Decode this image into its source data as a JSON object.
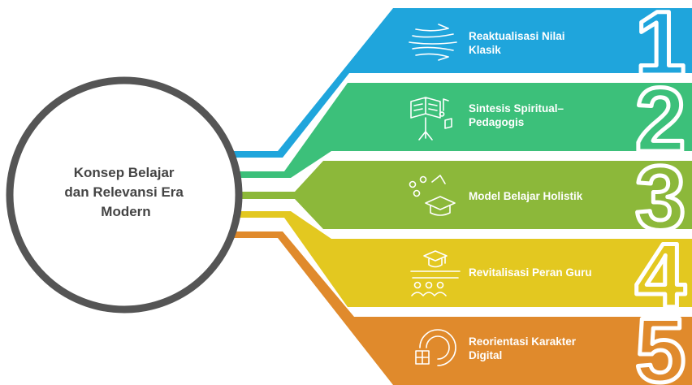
{
  "center": {
    "title_lines": [
      "Konsep Belajar",
      "dan Relevansi Era",
      "Modern"
    ]
  },
  "bands": [
    {
      "number": "1",
      "label_lines": [
        "Reaktualisasi Nilai",
        "Klasik"
      ],
      "color": "#1fa5dc",
      "icon": "wind-lines-icon"
    },
    {
      "number": "2",
      "label_lines": [
        "Sintesis Spiritual–",
        "Pedagogis"
      ],
      "color": "#3cc07a",
      "icon": "music-stand-icon"
    },
    {
      "number": "3",
      "label_lines": [
        "Model Belajar Holistik"
      ],
      "color": "#8cb83a",
      "icon": "graduation-cap-icon"
    },
    {
      "number": "4",
      "label_lines": [
        "Revitalisasi Peran Guru"
      ],
      "color": "#e3c820",
      "icon": "teacher-group-icon"
    },
    {
      "number": "5",
      "label_lines": [
        "Reorientasi Karakter",
        "Digital"
      ],
      "color": "#e08a2c",
      "icon": "digital-character-icon"
    }
  ],
  "colors": {
    "circle_ring": "#555555",
    "center_text": "#444444"
  }
}
